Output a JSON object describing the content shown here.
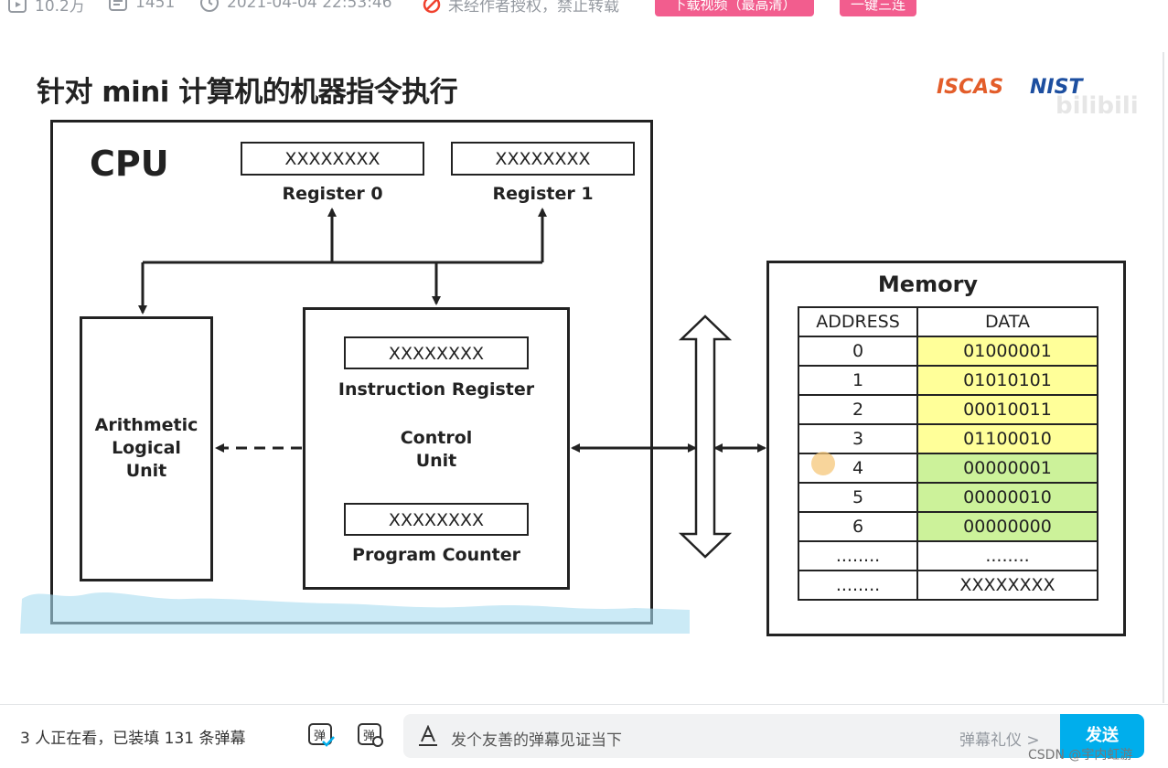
{
  "stats": {
    "plays": "10.2万",
    "danmaku_count": "1451",
    "datetime": "2021-04-04 22:53:46",
    "copyright": "未经作者授权，禁止转载"
  },
  "buttons": {
    "download": "下载视频（最高清）",
    "triple": "一键三连"
  },
  "slide": {
    "title": "针对 mini 计算机的机器指令执行",
    "logo_left": "ISCAS",
    "logo_right": "NIST",
    "watermark": "bilibili",
    "cpu_label": "CPU",
    "register0_value": "XXXXXXXX",
    "register0_label": "Register 0",
    "register1_value": "XXXXXXXX",
    "register1_label": "Register 1",
    "alu_label_line1": "Arithmetic",
    "alu_label_line2": "Logical",
    "alu_label_line3": "Unit",
    "ir_value": "XXXXXXXX",
    "ir_label": "Instruction Register",
    "cu_label_line1": "Control",
    "cu_label_line2": "Unit",
    "pc_value": "XXXXXXXX",
    "pc_label": "Program Counter",
    "memory_title": "Memory",
    "memory_headers": [
      "ADDRESS",
      "DATA"
    ],
    "memory_rows": [
      {
        "address": "0",
        "data": "01000001",
        "color": "#ffff99"
      },
      {
        "address": "1",
        "data": "01010101",
        "color": "#ffff99"
      },
      {
        "address": "2",
        "data": "00010011",
        "color": "#ffff99"
      },
      {
        "address": "3",
        "data": "01100010",
        "color": "#ffff99"
      },
      {
        "address": "4",
        "data": "00000001",
        "color": "#ccf29a"
      },
      {
        "address": "5",
        "data": "00000010",
        "color": "#ccf29a"
      },
      {
        "address": "6",
        "data": "00000000",
        "color": "#ccf29a"
      },
      {
        "address": "........",
        "data": "........",
        "color": "#ffffff"
      },
      {
        "address": "........",
        "data": "XXXXXXXX",
        "color": "#ffffff"
      }
    ]
  },
  "bottom_bar": {
    "viewers_text": "3 人正在看，已装填 131 条弹幕",
    "input_placeholder": "发个友善的弹幕见证当下",
    "etiquette": "弹幕礼仪 >",
    "send": "发送",
    "csdn_watermark": "CSDN @宇内虹游"
  },
  "colors": {
    "accent_pink": "#f25d8e",
    "accent_blue": "#00aeec",
    "memory_yellow": "#ffff99",
    "memory_green": "#ccf29a"
  }
}
